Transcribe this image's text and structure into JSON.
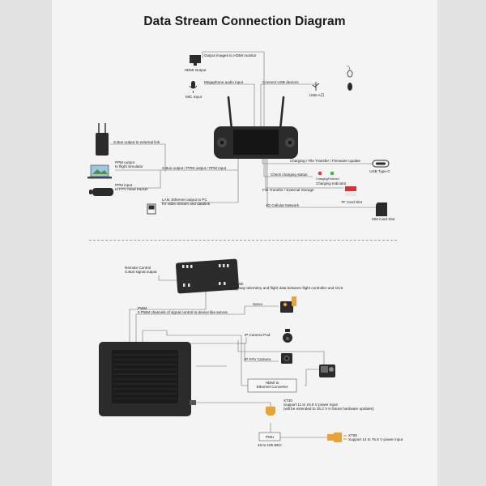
{
  "title": "Data Stream Connection Diagram",
  "top": {
    "hdmi_desc": "Output images to HDMI monitor",
    "hdmi_caption": "HDMI Output",
    "mic_desc": "Megaphone audio input",
    "mic_caption": "MIC Input",
    "usb_desc": "Connect USB devices",
    "usb_caption": "USB-A口",
    "sbus_ext": "S.Bus output to external link",
    "ppm_sim": "PPM output\nto flight simulator",
    "sbus_ppm": "S.Bus output / PPM output / PPM input",
    "ppm_fpv": "PPM input\nto FPV head tracker",
    "lan": "LAN: Ethernet output to PC\nfor video stream and datalink",
    "charging": "Charging / File Transfer / Firmware Update",
    "usbc_caption": "USB Type-C",
    "check_charging": "Check charging status",
    "charging_small": "Charging",
    "finished_small": "Finished",
    "charging_indicator": "Charging Indicator",
    "file_transfer": "File Transfer / External Storage",
    "tf_caption": "TF Card Slot",
    "cellular": "4G Cellular Network",
    "sim_caption": "SIM Card Slot"
  },
  "bottom": {
    "remote_control": "Remote Control\nS.Bus signal output",
    "datalink_title": "Datalink",
    "datalink_desc": "Dual-way telemetry and flight data between flight controller and GCS",
    "pwm_title": "PWM",
    "pwm_desc": "5 PWM channels of signal control to device like servos",
    "servo": "Servo",
    "ip_camera_pod": "IP Camera Pod",
    "ip_fpv_camera": "IP FPV Camera",
    "hdmi_converter": "HDMI to\nEthernet Converter",
    "xt30_title": "XT30",
    "xt30_desc": "Support 11 to 16.8 V power input\n(will be extended to 25.2 V in future hardware updates)",
    "pmu": "PMU",
    "pmu_range": "45 to 185 BEC",
    "xt60_title": "XT60",
    "xt60_desc": "Support 14 to 75.6 V power input"
  },
  "colors": {
    "panel": "#f4f4f4",
    "device": "#2b2b2b",
    "line": "#6d6d6d",
    "connector": "#e8a23a",
    "accent_red": "#e23a3a",
    "accent_green": "#2fbf3a"
  },
  "icons": [
    "hdmi-monitor-icon",
    "microphone-icon",
    "usb-icon",
    "mouse-icon",
    "keyboard-icon",
    "usbc-cable-icon",
    "tf-card-icon",
    "sim-card-icon",
    "laptop-icon",
    "fpv-goggles-icon",
    "transmitter-icon",
    "pc-icon",
    "servo-icon",
    "camera-pod-icon",
    "fpv-camera-icon",
    "action-camera-icon",
    "xt30-connector-icon",
    "xt60-connector-icon",
    "flight-controller-icon"
  ]
}
